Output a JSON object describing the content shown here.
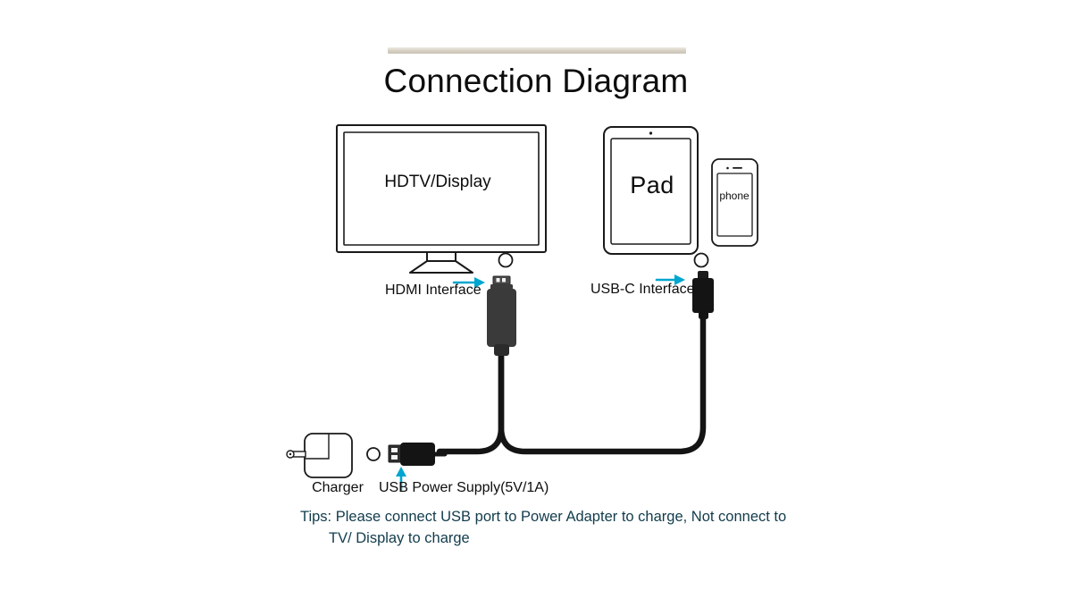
{
  "page": {
    "title": "Connection Diagram",
    "background_color": "#ffffff",
    "title_rule_color": "#d9d3c7"
  },
  "colors": {
    "line": "#1a1a1a",
    "connector_dark": "#3a3a3a",
    "connector_black": "#141414",
    "cable": "#141414",
    "arrow_accent": "#00a6cf",
    "tips_text": "#123c4c"
  },
  "devices": {
    "tv": {
      "label": "HDTV/Display",
      "port_indicator": "port-circle"
    },
    "pad": {
      "label": "Pad",
      "port_indicator": "port-circle"
    },
    "phone": {
      "label": "phone"
    },
    "charger": {
      "label": "Charger",
      "port_indicator": "port-circle"
    }
  },
  "connectors": {
    "hdmi": {
      "label": "HDMI Interface",
      "arrow": "arrow-right-icon",
      "type": "hdmi-plug"
    },
    "usbc": {
      "label": "USB-C Interface",
      "arrow": "arrow-right-icon",
      "type": "usb-c-plug"
    },
    "usb_power": {
      "label": "USB Power Supply(5V/1A)",
      "arrow": "arrow-up-icon",
      "type": "usb-a-plug"
    }
  },
  "tips": {
    "line1": "Tips: Please connect USB port to Power Adapter to charge, Not connect to",
    "line2": "TV/ Display to charge"
  }
}
